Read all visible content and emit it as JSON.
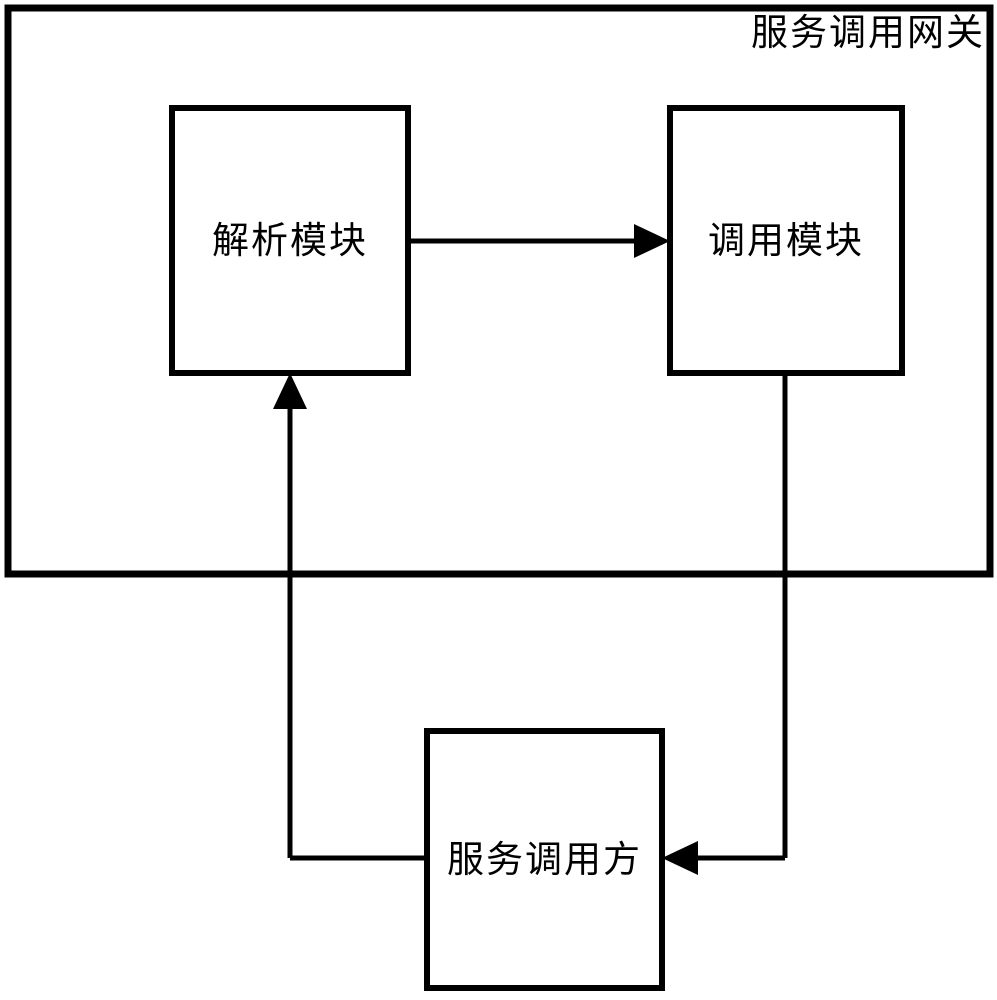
{
  "diagram": {
    "type": "block-diagram",
    "title": "服务调用网关",
    "background_color": "#ffffff",
    "line_color": "#000000",
    "container": {
      "name": "服务调用网关",
      "title_label": "服务调用网关",
      "title_align": "right"
    },
    "nodes": [
      {
        "id": "parse-module",
        "label": "解析模块",
        "shape": "rectangle"
      },
      {
        "id": "invoke-module",
        "label": "调用模块",
        "shape": "rectangle"
      },
      {
        "id": "service-caller",
        "label": "服务调用方",
        "shape": "rectangle"
      }
    ],
    "connectors": [
      {
        "id": "parse-to-invoke",
        "from": "parse-module",
        "to": "invoke-module",
        "arrow": "right",
        "style": "solid"
      },
      {
        "id": "invoke-to-caller",
        "from": "invoke-module",
        "to": "service-caller",
        "arrow": "left",
        "style": "solid"
      },
      {
        "id": "caller-to-parse",
        "from": "service-caller",
        "to": "parse-module",
        "arrow": "up",
        "style": "solid"
      }
    ]
  }
}
